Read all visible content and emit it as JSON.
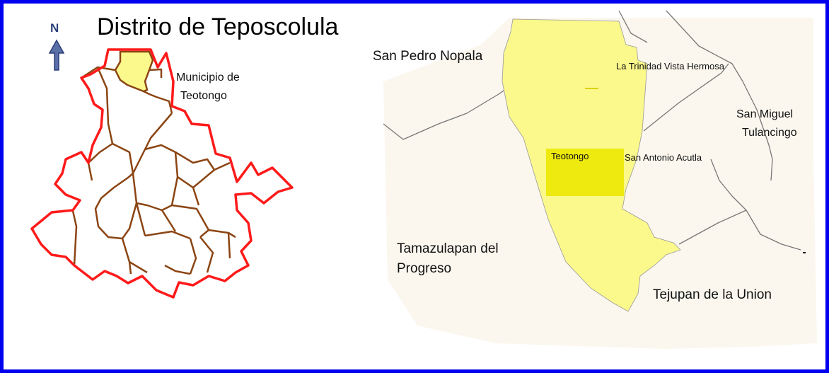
{
  "map": {
    "title": "Distrito de Teposcolula",
    "compass": {
      "letter": "N",
      "icon": "north-arrow-icon"
    },
    "district_label_line1": "Municipio de",
    "district_label_line2": "Teotongo",
    "neighbors": {
      "north_west": "San Pedro Nopala",
      "north_east": "La Trinidad Vista Hermosa",
      "east_line1": "San Miguel",
      "east_line2": "Tulancingo",
      "center_east": "San Antonio Acutla",
      "south_west_line1": "Tamazulapan del",
      "south_west_line2": "Progreso",
      "south_east": "Tejupan de la Union"
    },
    "seat_label": "Teotongo",
    "colors": {
      "frame_border": "#0000ee",
      "district_outline": "#ff1a1a",
      "municipal_boundary": "#8b4513",
      "highlight_fill": "#fbf88c",
      "seat_fill": "#eeea10",
      "background_land": "#fbf7ee",
      "road_line": "#777777"
    }
  }
}
